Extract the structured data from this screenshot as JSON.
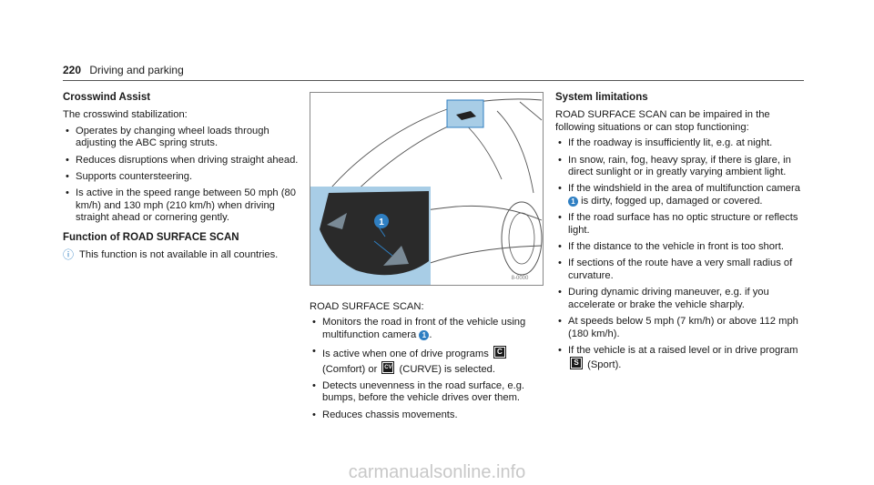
{
  "header": {
    "page_number": "220",
    "section": "Driving and parking"
  },
  "left": {
    "title": "Crosswind Assist",
    "intro": "The crosswind stabilization:",
    "items": [
      "Operates by changing wheel loads through adjusting the ABC spring struts.",
      "Reduces disruptions when driving straight ahead.",
      "Supports countersteering.",
      "Is active in the speed range between 50 mph (80 km/h) and 130 mph (210 km/h) when driving straight ahead or cornering gently."
    ],
    "function_title": "Function of ROAD SURFACE SCAN",
    "note": "This function is not available in all countries."
  },
  "figure": {
    "callout": "1",
    "tag": "8-0000"
  },
  "middle": {
    "caption": "ROAD SURFACE SCAN:",
    "item1_a": "Monitors the road in front of the vehicle using multifunction camera",
    "item1_b": ".",
    "item2_a": "Is active when one of drive programs",
    "prog_c": "C",
    "item2_b": "(Comfort) or",
    "prog_cv": "CV",
    "item2_c": "(CURVE) is selected.",
    "item3": "Detects unevenness in the road surface, e.g. bumps, before the vehicle drives over them.",
    "item4": "Reduces chassis movements."
  },
  "right": {
    "title": "System limitations",
    "intro": "ROAD SURFACE SCAN can be impaired in the following situations or can stop functioning:",
    "item1": "If the roadway is insufficiently lit, e.g. at night.",
    "item2": "In snow, rain, fog, heavy spray, if there is glare, in direct sunlight or in greatly varying ambient light.",
    "item3_a": "If the windshield in the area of multifunction camera",
    "item3_b": "is dirty, fogged up, damaged or covered.",
    "item4": "If the road surface has no optic structure or reflects light.",
    "item5": "If the distance to the vehicle in front is too short.",
    "item6": "If sections of the route have a very small radius of curvature.",
    "item7": "During dynamic driving maneuver, e.g. if you accelerate or brake the vehicle sharply.",
    "item8": "At speeds below 5 mph (7 km/h) or above 112 mph (180 km/h).",
    "item9_a": "If the vehicle is at a raised level or in drive program",
    "prog_s": "S",
    "item9_b": "(Sport)."
  },
  "footer": {
    "watermark": "carmanualsonline.info"
  },
  "colors": {
    "accent": "#2f7fc2",
    "inset": "#a8cde6"
  }
}
